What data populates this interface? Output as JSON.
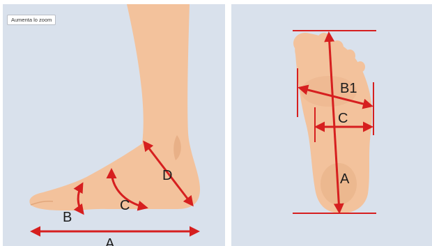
{
  "toolbar": {
    "zoom_button_label": "Aumenta lo zoom"
  },
  "side_view": {
    "labels": {
      "a": "A",
      "b": "B",
      "c": "C",
      "d": "D"
    }
  },
  "sole_view": {
    "labels": {
      "a": "A",
      "b1": "B1",
      "c": "C"
    }
  },
  "colors": {
    "background": "#d9e1ec",
    "skin": "#f3c29c",
    "skin_shadow": "#e8b087",
    "measure_line": "#d61f1f",
    "label_text": "#1c1c1c"
  }
}
